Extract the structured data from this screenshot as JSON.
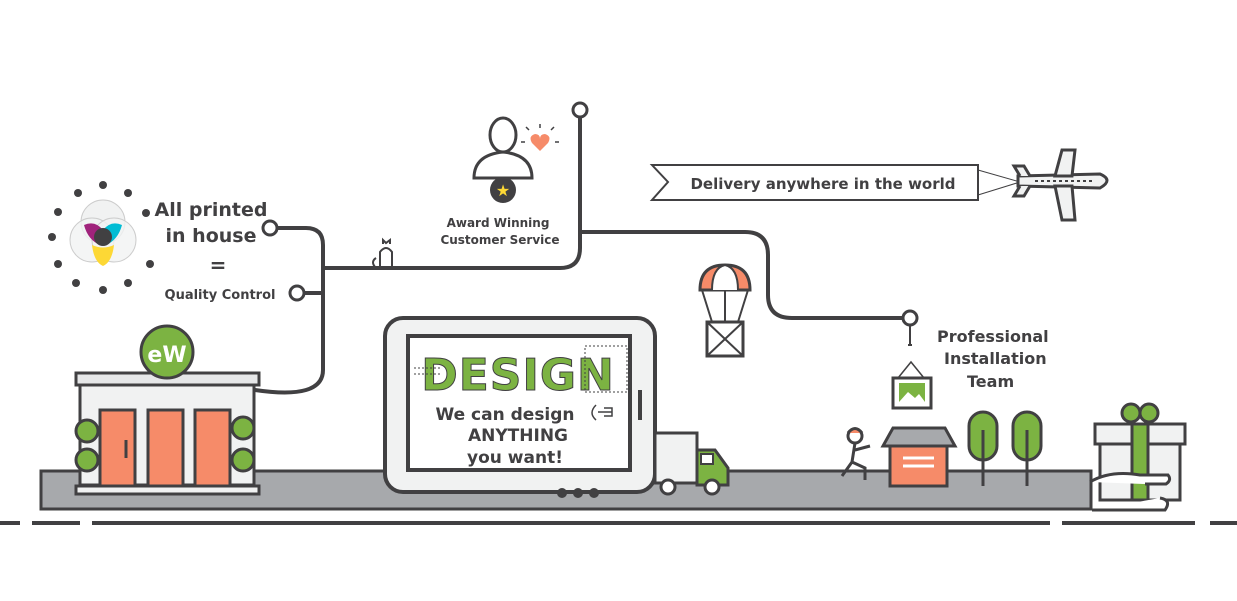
{
  "colors": {
    "ink": "#414042",
    "green": "#7cb342",
    "orange": "#f68b69",
    "road": "#a7a9ac",
    "light": "#f1f2f2"
  },
  "print": {
    "line1": "All printed",
    "line2": "in house",
    "equals": "=",
    "quality": "Quality Control"
  },
  "award": {
    "line1": "Award Winning",
    "line2": "Customer Service"
  },
  "delivery": {
    "banner": "Delivery anywhere in the world"
  },
  "installation": {
    "line1": "Professional",
    "line2": "Installation",
    "line3": "Team"
  },
  "tablet": {
    "headline": "DESIGN",
    "line1": "We can design",
    "line2": "ANYTHING",
    "line3": "you want!"
  },
  "store": {
    "logo": "eW"
  }
}
